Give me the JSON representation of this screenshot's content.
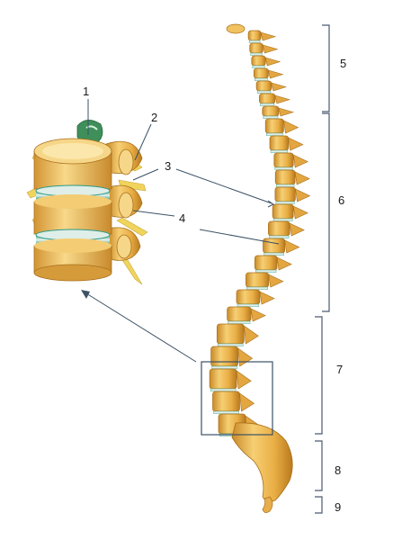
{
  "labels": {
    "l1": "1",
    "l2": "2",
    "l3": "3",
    "l4": "4",
    "l5": "5",
    "l6": "6",
    "l7": "7",
    "l8": "8",
    "l9": "9"
  },
  "colors": {
    "bone": "#e8b24a",
    "bone_light": "#f6d688",
    "bone_dark": "#b97f22",
    "disc": "#dfeee8",
    "disc_rim": "#2f9a87",
    "nerve": "#f2d65a",
    "spinal_cord": "#3e8f5a",
    "line": "#3c5266",
    "bracket": "#4a5a70"
  }
}
